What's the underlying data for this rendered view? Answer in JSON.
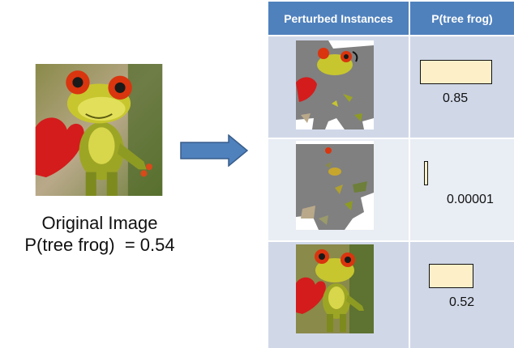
{
  "original": {
    "caption_line1": "Original Image",
    "caption_line2": "P(tree frog)  = 0.54"
  },
  "table": {
    "header_instances": "Perturbed Instances",
    "header_prob": "P(tree frog)",
    "rows": [
      {
        "probability": 0.85,
        "label": "0.85"
      },
      {
        "probability": 1e-05,
        "label": "0.00001"
      },
      {
        "probability": 0.52,
        "label": "0.52"
      }
    ]
  },
  "colors": {
    "header": "#4f81bd",
    "row_dark": "#d0d8e8",
    "row_light": "#e9edf4",
    "bar_fill": "#fdefc8",
    "arrow": "#4f81bd",
    "mask_gray": "#7f7f7f"
  },
  "icons": {
    "frog_image": "frog-photo-icon",
    "arrow": "right-arrow-icon"
  }
}
